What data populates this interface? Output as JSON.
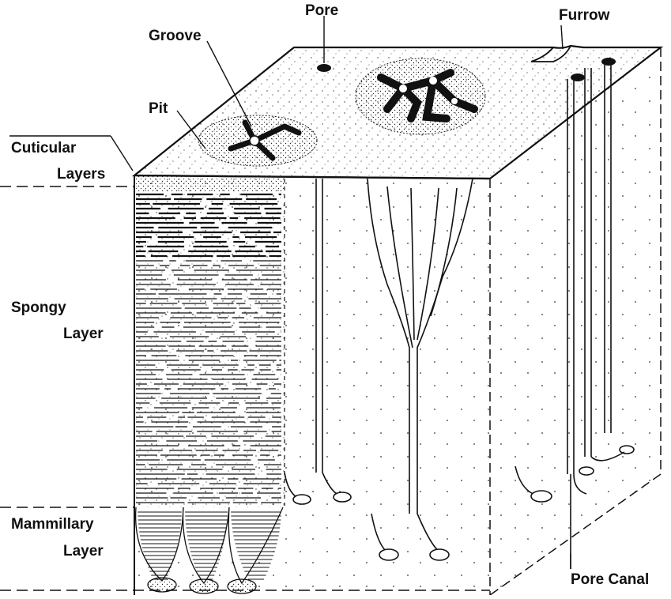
{
  "labels": {
    "pore": "Pore",
    "furrow": "Furrow",
    "groove": "Groove",
    "pit": "Pit",
    "cuticular_line1": "Cuticular",
    "cuticular_line2": "Layers",
    "spongy_line1": "Spongy",
    "spongy_line2": "Layer",
    "mammillary_line1": "Mammillary",
    "mammillary_line2": "Layer",
    "pore_canal": "Pore Canal"
  }
}
